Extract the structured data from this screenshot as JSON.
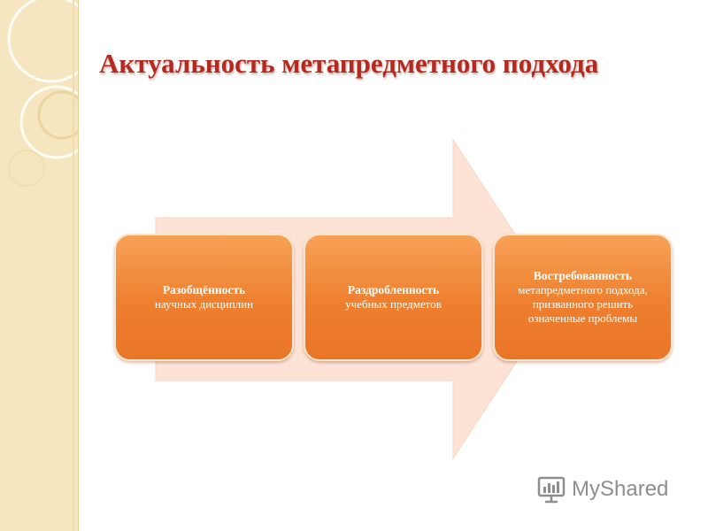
{
  "slide": {
    "title": "Актуальность метапредметного подхода"
  },
  "boxes": [
    {
      "title": "Разобщённость",
      "body": "научных дисциплин"
    },
    {
      "title": "Раздробленность",
      "body": "учебных предметов"
    },
    {
      "title": "Востребованность",
      "body": "метапредметного подхода, призванного решить означенные проблемы"
    }
  ],
  "watermark": {
    "text": "MyShared"
  },
  "colors": {
    "title": "#b42a1f",
    "box_fill": "#ee7f2e",
    "arrow_fill": "#fde3d6",
    "left_panel": "#f5e6bf"
  }
}
